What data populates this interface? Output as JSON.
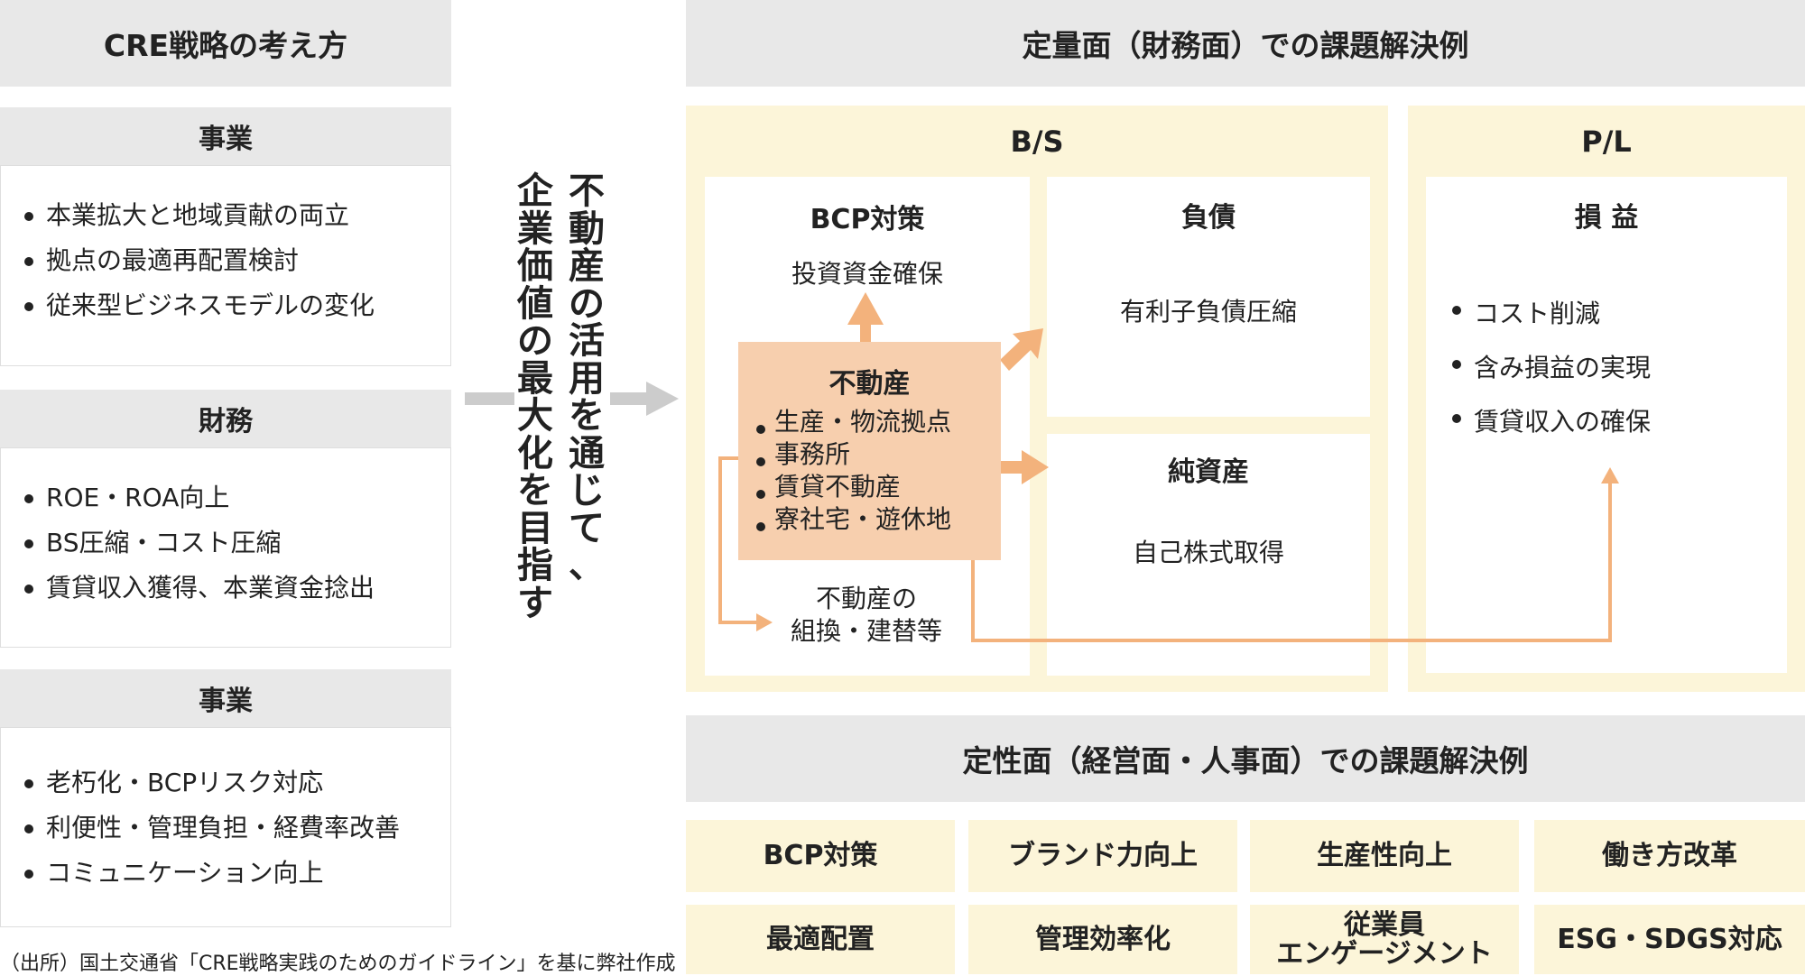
{
  "left": {
    "header": "CRE戦略の考え方",
    "sections": [
      {
        "title": "事業",
        "items": [
          "本業拡大と地域貢献の両立",
          "拠点の最適再配置検討",
          "従来型ビジネスモデルの変化"
        ]
      },
      {
        "title": "財務",
        "items": [
          "ROE・ROA向上",
          "BS圧縮・コスト圧縮",
          "賃貸収入獲得、本業資金捻出"
        ]
      },
      {
        "title": "事業",
        "items": [
          "老朽化・BCPリスク対応",
          "利便性・管理負担・経費率改善",
          "コミュニケーション向上"
        ]
      }
    ],
    "source": "（出所）国土交通省「CRE戦略実践のためのガイドライン」を基に弊社作成"
  },
  "middle": {
    "col_right": "不動産の活用を通じて、",
    "col_left": "企業価値の最大化を目指す"
  },
  "quant": {
    "header": "定量面（財務面）での課題解決例",
    "bs": {
      "title": "B/S",
      "bcp": {
        "title": "BCP対策",
        "text": "投資資金確保"
      },
      "estate": {
        "title": "不動産",
        "items": [
          "生産・物流拠点",
          "事務所",
          "賃貸不動産",
          "寮社宅・遊休地"
        ]
      },
      "recombine": {
        "line1": "不動産の",
        "line2": "組換・建替等"
      },
      "debt": {
        "title": "負債",
        "text": "有利子負債圧縮"
      },
      "equity": {
        "title": "純資産",
        "text": "自己株式取得"
      }
    },
    "pl": {
      "title": "P/L",
      "box_title": "損 益",
      "items": [
        "コスト削減",
        "含み損益の実現",
        "賃貸収入の確保"
      ]
    }
  },
  "qual": {
    "header": "定性面（経営面・人事面）での課題解決例",
    "row1": [
      "BCP対策",
      "ブランド力向上",
      "生産性向上",
      "働き方改革"
    ],
    "row2": [
      "最適配置",
      "管理効率化",
      "従業員",
      "ESG・SDGS対応"
    ],
    "row2_cell3_line2": "エンゲージメント"
  },
  "colors": {
    "cream": "#fcf5d9",
    "gray": "#e8e8e8",
    "estate": "#f7cfae",
    "arrow": "#f3b27c",
    "gray_arrow": "#cccccc"
  }
}
